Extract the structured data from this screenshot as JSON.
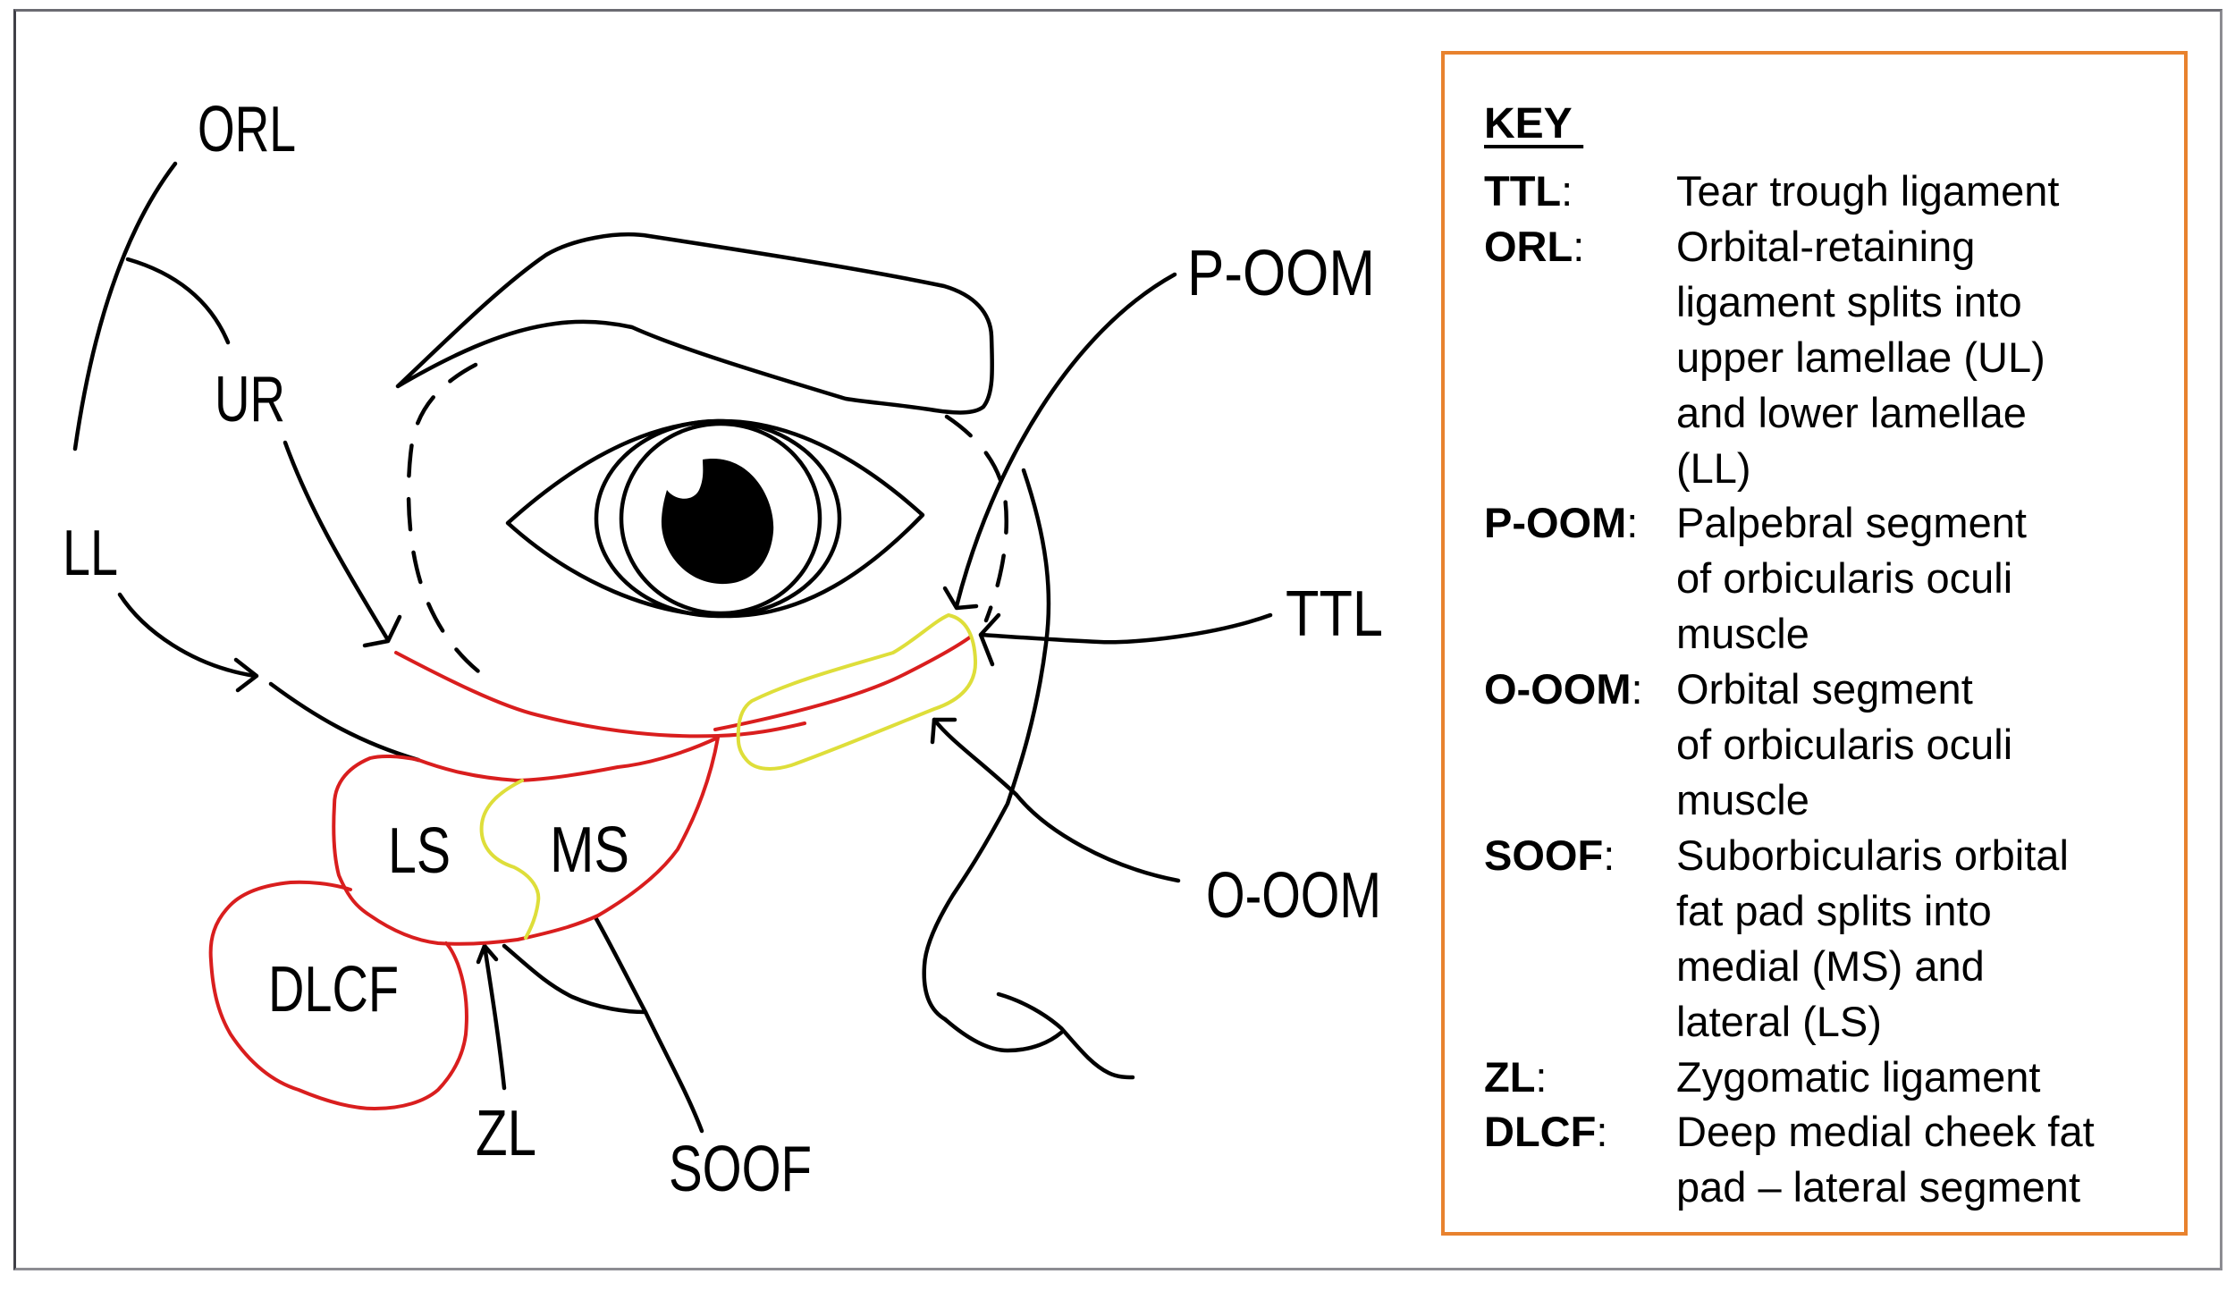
{
  "diagram": {
    "labels": {
      "orl": "ORL",
      "ur": "UR",
      "ll": "LL",
      "p_oom": "P-OOM",
      "ttl": "TTL",
      "o_oom": "O-OOM",
      "ls": "LS",
      "ms": "MS",
      "dlcf": "DLCF",
      "zl": "ZL",
      "soof": "SOOF"
    },
    "colors": {
      "outline": "#000000",
      "ligament_red": "#d91e1e",
      "highlight_yellow": "#dede3a",
      "key_border": "#e8822e"
    }
  },
  "key": {
    "title": "KEY ",
    "entries": [
      {
        "abbr": "TTL",
        "sep": ":",
        "desc": "Tear trough ligament"
      },
      {
        "abbr": "ORL",
        "sep": ":",
        "desc": "Orbital-retaining\nligament splits into\nupper lamellae (UL)\nand lower lamellae\n(LL)"
      },
      {
        "abbr": "P-OOM",
        "sep": ":",
        "desc": "Palpebral segment\nof orbicularis oculi\nmuscle"
      },
      {
        "abbr": "O-OOM",
        "sep": ":",
        "desc": "Orbital segment\nof orbicularis oculi\nmuscle"
      },
      {
        "abbr": "SOOF",
        "sep": ":",
        "desc": "Suborbicularis orbital\nfat pad splits into\nmedial (MS) and\nlateral (LS)"
      },
      {
        "abbr": "ZL",
        "sep": ":",
        "desc": "Zygomatic ligament"
      },
      {
        "abbr": "DLCF",
        "sep": ":",
        "desc": "Deep medial cheek fat\npad – lateral segment"
      }
    ]
  }
}
